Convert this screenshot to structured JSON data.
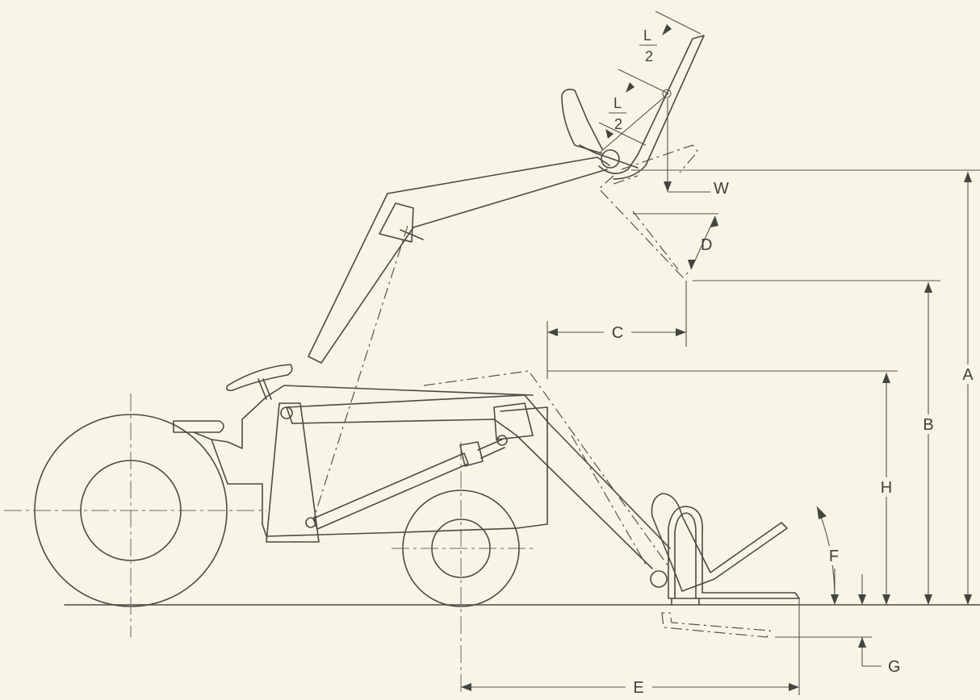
{
  "labels": {
    "A": "A",
    "B": "B",
    "C": "C",
    "D": "D",
    "E": "E",
    "F": "F",
    "G": "G",
    "H": "H",
    "W": "W",
    "L_num": "L",
    "L_den": "2"
  }
}
